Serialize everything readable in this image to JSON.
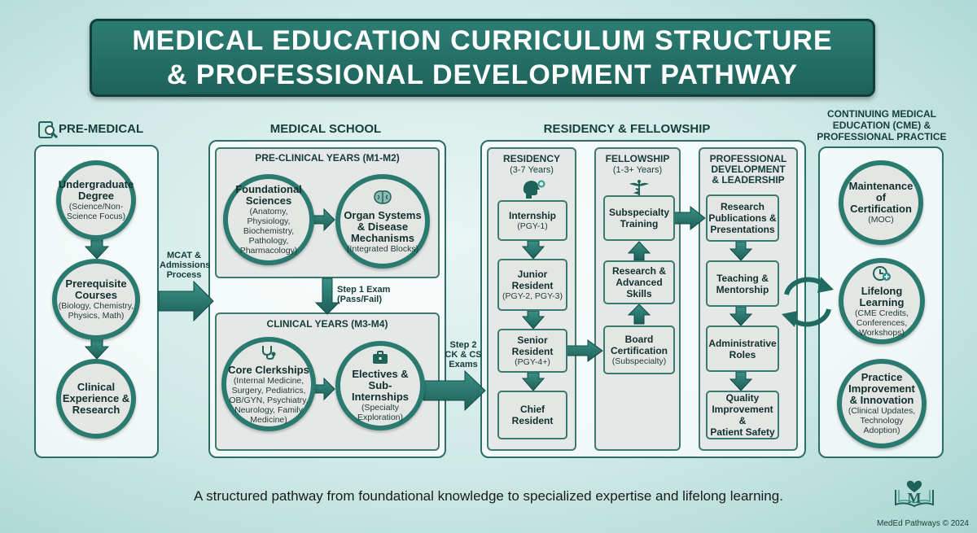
{
  "title": {
    "line1": "MEDICAL EDUCATION CURRICULUM STRUCTURE",
    "line2": "& PROFESSIONAL DEVELOPMENT PATHWAY"
  },
  "sections": {
    "pre_medical": "PRE-MEDICAL",
    "medical_school": "MEDICAL SCHOOL",
    "residency_fellowship": "RESIDENCY & FELLOWSHIP",
    "cme": {
      "line1": "CONTINUING MEDICAL",
      "line2": "EDUCATION (CME) &",
      "line3": "PROFESSIONAL PRACTICE"
    }
  },
  "pre_medical": {
    "undergrad": {
      "title1": "Undergraduate",
      "title2": "Degree",
      "sub1": "(Science/Non-",
      "sub2": "Science Focus)"
    },
    "prereq": {
      "title1": "Prerequisite",
      "title2": "Courses",
      "sub1": "(Biology, Chemistry,",
      "sub2": "Physics, Math)"
    },
    "clinical": {
      "title1": "Clinical",
      "title2": "Experience &",
      "title3": "Research"
    }
  },
  "transitions": {
    "mcat": {
      "line1": "MCAT &",
      "line2": "Admissions",
      "line3": "Process"
    },
    "step1": {
      "line1": "Step 1 Exam",
      "line2": "(Pass/Fail)"
    },
    "step2": {
      "line1": "Step 2",
      "line2": "CK & CS",
      "line3": "Exams"
    }
  },
  "medical_school": {
    "preclinical_title": "PRE-CLINICAL YEARS (M1-M2)",
    "foundational": {
      "title1": "Foundational",
      "title2": "Sciences",
      "sub1": "(Anatomy, Physiology,",
      "sub2": "Biochemistry,",
      "sub3": "Pathology,",
      "sub4": "Pharmacology)"
    },
    "organ": {
      "title1": "Organ Systems",
      "title2": "& Disease",
      "title3": "Mechanisms",
      "sub1": "(Integrated Blocks)"
    },
    "clinical_title": "CLINICAL YEARS (M3-M4)",
    "clerkships": {
      "title1": "Core Clerkships",
      "sub1": "(Internal Medicine,",
      "sub2": "Surgery, Pediatrics,",
      "sub3": "OB/GYN, Psychiatry,",
      "sub4": "Neurology, Family",
      "sub5": "Medicine)"
    },
    "electives": {
      "title1": "Electives &",
      "title2": "Sub-Internships",
      "sub1": "(Specialty",
      "sub2": "Exploration)"
    }
  },
  "residency": {
    "head": "RESIDENCY",
    "years": "(3-7 Years)",
    "internship": {
      "title": "Internship",
      "sub": "(PGY-1)"
    },
    "junior": {
      "title1": "Junior",
      "title2": "Resident",
      "sub": "(PGY-2, PGY-3)"
    },
    "senior": {
      "title1": "Senior",
      "title2": "Resident",
      "sub": "(PGY-4+)"
    },
    "chief": {
      "title1": "Chief",
      "title2": "Resident"
    }
  },
  "fellowship": {
    "head": "FELLOWSHIP",
    "years": "(1-3+ Years)",
    "subspecialty": {
      "title1": "Subspecialty",
      "title2": "Training"
    },
    "research": {
      "title1": "Research &",
      "title2": "Advanced",
      "title3": "Skills"
    },
    "board": {
      "title1": "Board",
      "title2": "Certification",
      "sub": "(Subspecialty)"
    }
  },
  "professional": {
    "head1": "PROFESSIONAL",
    "head2": "DEVELOPMENT",
    "head3": "& LEADERSHIP",
    "research_pub": {
      "title1": "Research",
      "title2": "Publications &",
      "title3": "Presentations"
    },
    "teaching": {
      "title1": "Teaching &",
      "title2": "Mentorship"
    },
    "admin": {
      "title1": "Administrative",
      "title2": "Roles"
    },
    "quality": {
      "title1": "Quality",
      "title2": "Improvement &",
      "title3": "Patient Safety"
    }
  },
  "cme": {
    "moc": {
      "title1": "Maintenance of",
      "title2": "Certification",
      "sub": "(MOC)"
    },
    "lifelong": {
      "title1": "Lifelong",
      "title2": "Learning",
      "sub1": "(CME Credits,",
      "sub2": "Conferences,",
      "sub3": "Workshops)"
    },
    "practice": {
      "title1": "Practice",
      "title2": "Improvement",
      "title3": "& Innovation",
      "sub1": "(Clinical Updates,",
      "sub2": "Technology",
      "sub3": "Adoption)"
    }
  },
  "tagline": "A structured pathway from foundational knowledge to specialized expertise and lifelong learning.",
  "footer": "MedEd Pathways © 2024",
  "logo_letter": "M",
  "colors": {
    "teal_dark": "#1e6259",
    "teal": "#2a7a70",
    "box_fill": "#e4e6e4"
  },
  "icons": [
    "search-book-icon",
    "brain-icon",
    "head-gear-icon",
    "caduceus-icon",
    "stethoscope-icon",
    "briefcase-icon",
    "clock-plus-icon",
    "cycle-arrows-icon",
    "book-heart-logo-icon"
  ]
}
